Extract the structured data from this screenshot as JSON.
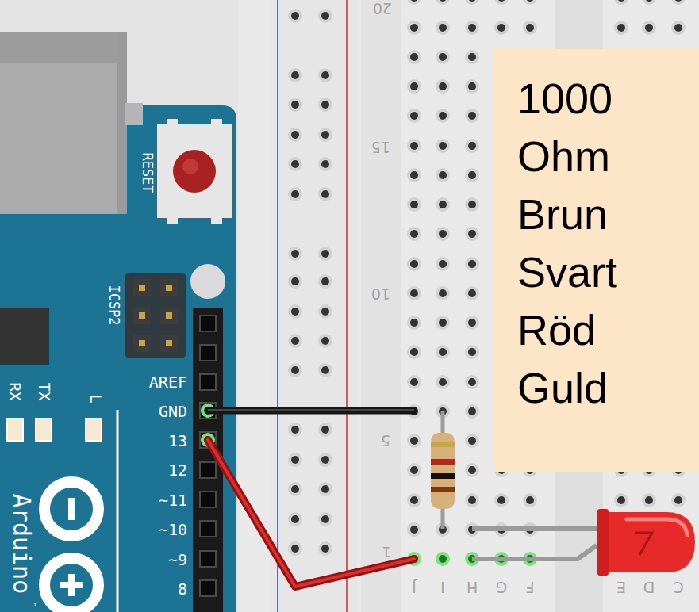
{
  "diagram": {
    "nodes": [
      {
        "text": [
          "1000 Ohm Brun Svart Röd Guld"
        ]
      }
    ],
    "labels": [
      "RESET",
      "ICSP2",
      "AREF",
      "GND",
      "13",
      "12",
      "~11",
      "~10",
      "~9",
      "8",
      "RX",
      "TX",
      "L",
      "Arduino",
      "™",
      "20",
      "15",
      "10",
      "5",
      "1",
      "J",
      "I",
      "H",
      "G",
      "F",
      "E",
      "D",
      "C"
    ]
  }
}
